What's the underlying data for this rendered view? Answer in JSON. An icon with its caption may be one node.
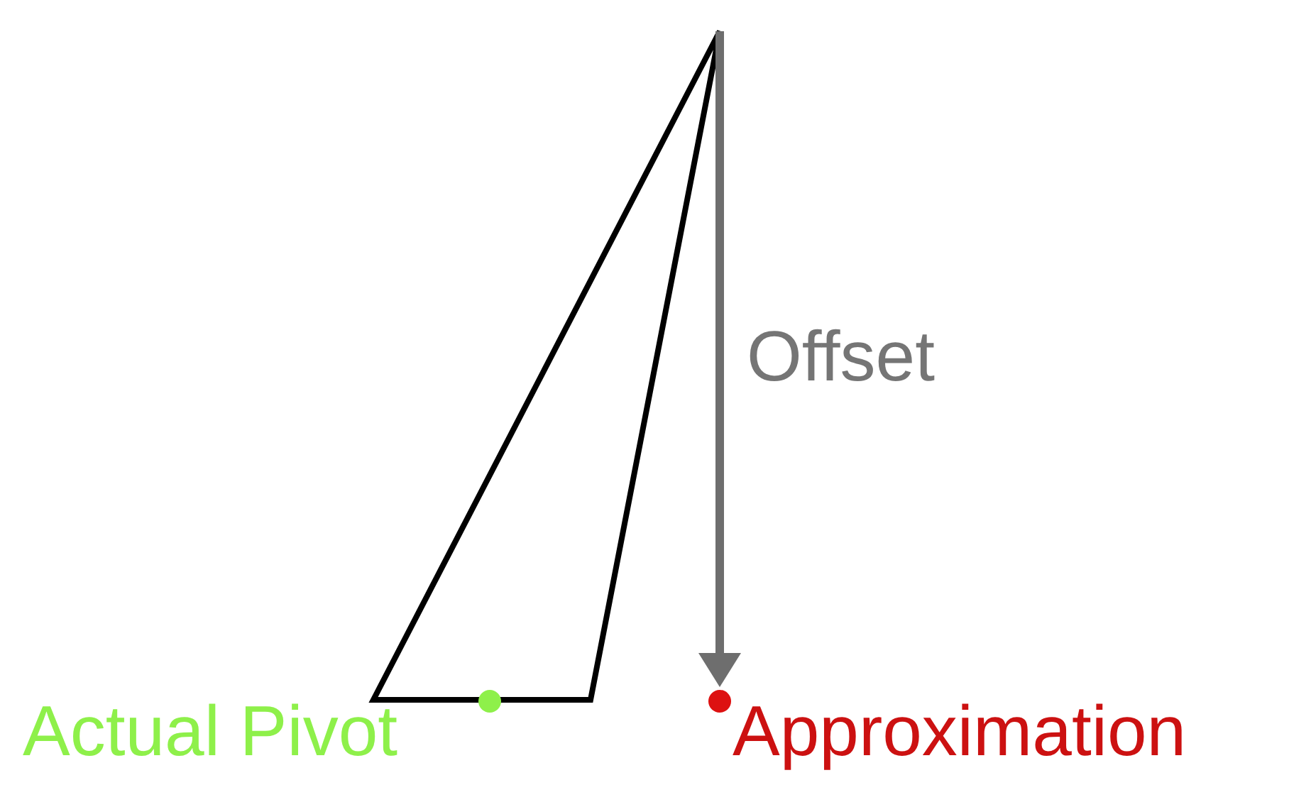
{
  "diagram": {
    "labels": [
      "Offset",
      "Actual Pivot",
      "Approximation"
    ]
  }
}
